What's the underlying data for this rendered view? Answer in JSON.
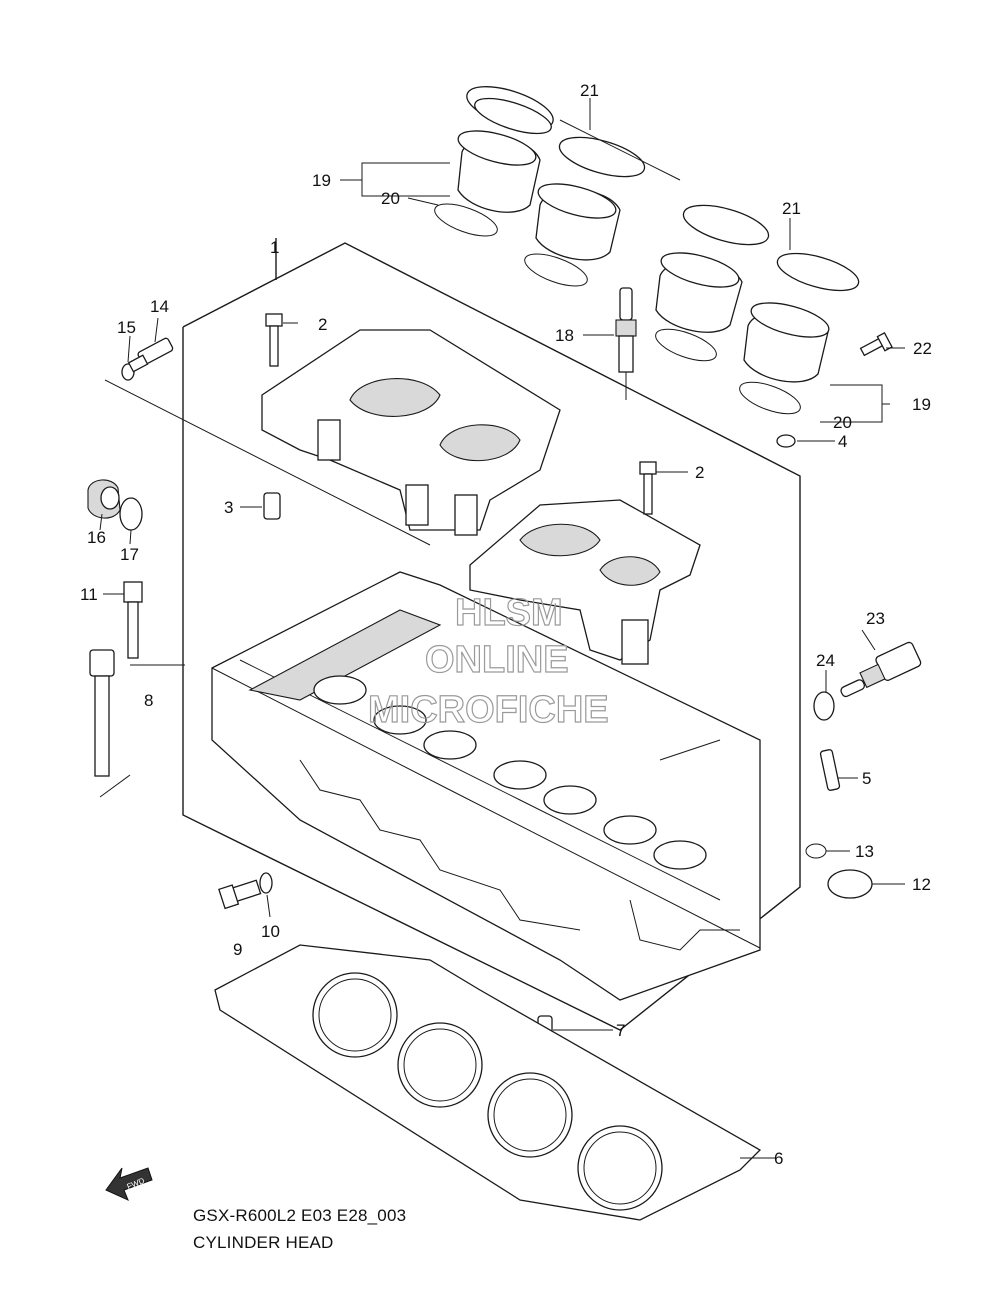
{
  "diagram": {
    "caption_code": "GSX-R600L2 E03 E28_003",
    "caption_title": "CYLINDER HEAD",
    "watermark": [
      "HLSM",
      "ONLINE",
      "MICROFICHE"
    ],
    "fwd_label": "FWD",
    "callouts": {
      "c1": "1",
      "c2a": "2",
      "c2b": "2",
      "c3": "3",
      "c4": "4",
      "c5": "5",
      "c6": "6",
      "c7": "7",
      "c8": "8",
      "c9": "9",
      "c10": "10",
      "c11": "11",
      "c12": "12",
      "c13": "13",
      "c14": "14",
      "c15": "15",
      "c16": "16",
      "c17": "17",
      "c18": "18",
      "c19a": "19",
      "c19b": "19",
      "c20a": "20",
      "c20b": "20",
      "c21a": "21",
      "c21b": "21",
      "c22": "22",
      "c23": "23",
      "c24": "24"
    }
  }
}
